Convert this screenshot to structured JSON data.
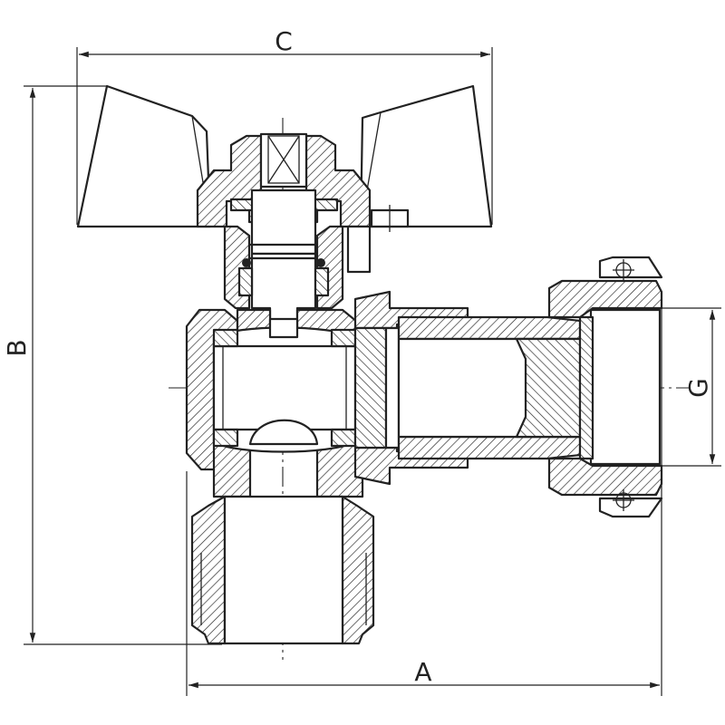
{
  "drawing": {
    "dimension_labels": {
      "a": "A",
      "b": "B",
      "c": "C",
      "g": "G"
    }
  }
}
